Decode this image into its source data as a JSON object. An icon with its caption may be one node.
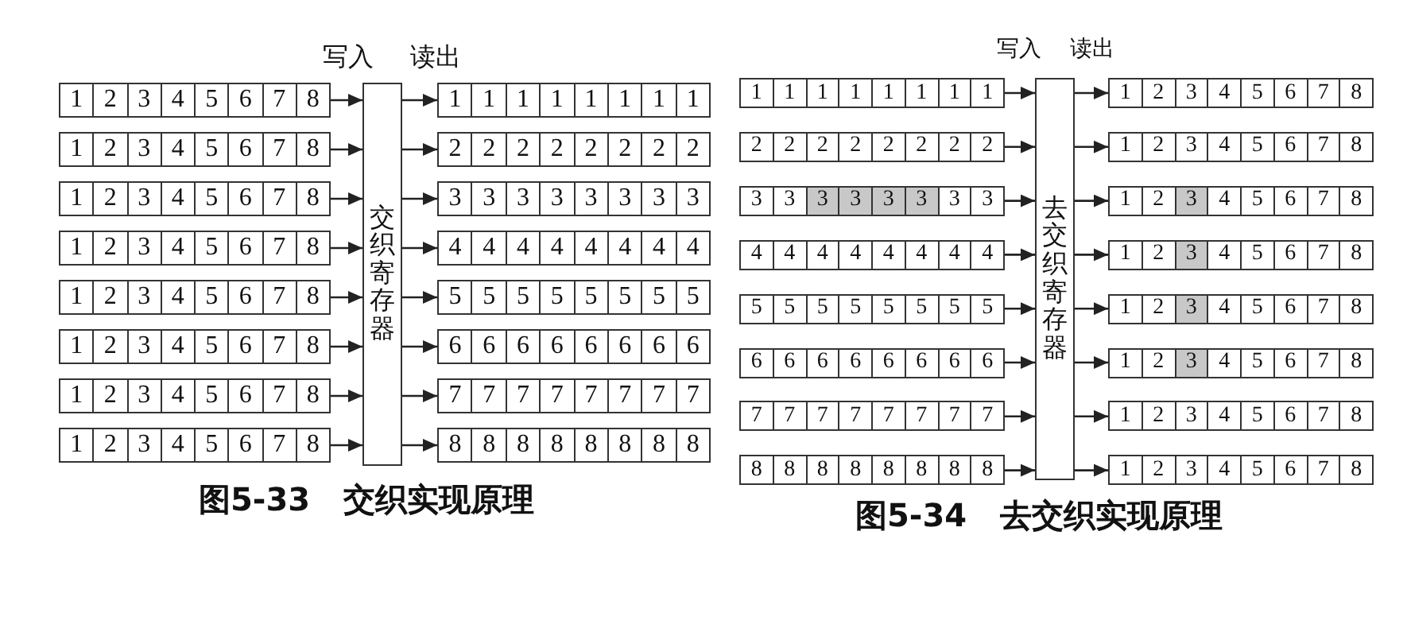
{
  "diagram": {
    "nodes": [
      {
        "text": [
          "1",
          "2",
          "3",
          "4",
          "5",
          "6",
          "7",
          "8"
        ]
      },
      {
        "text": [
          "1",
          "2",
          "3",
          "4",
          "5",
          "6",
          "7",
          "8"
        ]
      },
      {
        "text": [
          "1",
          "2",
          "3",
          "4",
          "5",
          "6",
          "7",
          "8"
        ]
      },
      {
        "text": [
          "1",
          "2",
          "3",
          "4",
          "5",
          "6",
          "7",
          "8"
        ]
      },
      {
        "text": [
          "1",
          "2",
          "3",
          "4",
          "5",
          "6",
          "7",
          "8"
        ]
      },
      {
        "text": [
          "1",
          "2",
          "3",
          "4",
          "5",
          "6",
          "7",
          "8"
        ]
      },
      {
        "text": [
          "1",
          "2",
          "3",
          "4",
          "5",
          "6",
          "7",
          "8"
        ]
      },
      {
        "text": [
          "1",
          "2",
          "3",
          "4",
          "5",
          "6",
          "7",
          "8"
        ]
      },
      {
        "text": [
          "交织寄存器"
        ]
      },
      {
        "text": [
          "1",
          "1",
          "1",
          "1",
          "1",
          "1",
          "1",
          "1"
        ]
      },
      {
        "text": [
          "2",
          "2",
          "2",
          "2",
          "2",
          "2",
          "2",
          "2"
        ]
      },
      {
        "text": [
          "3",
          "3",
          "3",
          "3",
          "3",
          "3",
          "3",
          "3"
        ]
      },
      {
        "text": [
          "4",
          "4",
          "4",
          "4",
          "4",
          "4",
          "4",
          "4"
        ]
      },
      {
        "text": [
          "5",
          "5",
          "5",
          "5",
          "5",
          "5",
          "5",
          "5"
        ]
      },
      {
        "text": [
          "6",
          "6",
          "6",
          "6",
          "6",
          "6",
          "6",
          "6"
        ]
      },
      {
        "text": [
          "7",
          "7",
          "7",
          "7",
          "7",
          "7",
          "7",
          "7"
        ]
      },
      {
        "text": [
          "8",
          "8",
          "8",
          "8",
          "8",
          "8",
          "8",
          "8"
        ]
      },
      {
        "text": [
          "1",
          "1",
          "1",
          "1",
          "1",
          "1",
          "1",
          "1"
        ]
      },
      {
        "text": [
          "2",
          "2",
          "2",
          "2",
          "2",
          "2",
          "2",
          "2"
        ]
      },
      {
        "text": [
          "3",
          "3",
          "3",
          "3",
          "3",
          "3",
          "3",
          "3"
        ]
      },
      {
        "text": [
          "4",
          "4",
          "4",
          "4",
          "4",
          "4",
          "4",
          "4"
        ]
      },
      {
        "text": [
          "5",
          "5",
          "5",
          "5",
          "5",
          "5",
          "5",
          "5"
        ]
      },
      {
        "text": [
          "6",
          "6",
          "6",
          "6",
          "6",
          "6",
          "6",
          "6"
        ]
      },
      {
        "text": [
          "7",
          "7",
          "7",
          "7",
          "7",
          "7",
          "7",
          "7"
        ]
      },
      {
        "text": [
          "8",
          "8",
          "8",
          "8",
          "8",
          "8",
          "8",
          "8"
        ]
      },
      {
        "text": [
          "去交织寄存器"
        ]
      },
      {
        "text": [
          "1",
          "2",
          "3",
          "4",
          "5",
          "6",
          "7",
          "8"
        ]
      },
      {
        "text": [
          "1",
          "2",
          "3",
          "4",
          "5",
          "6",
          "7",
          "8"
        ]
      },
      {
        "text": [
          "1",
          "2",
          "3",
          "4",
          "5",
          "6",
          "7",
          "8"
        ]
      },
      {
        "text": [
          "1",
          "2",
          "3",
          "4",
          "5",
          "6",
          "7",
          "8"
        ]
      },
      {
        "text": [
          "1",
          "2",
          "3",
          "4",
          "5",
          "6",
          "7",
          "8"
        ]
      },
      {
        "text": [
          "1",
          "2",
          "3",
          "4",
          "5",
          "6",
          "7",
          "8"
        ]
      },
      {
        "text": [
          "1",
          "2",
          "3",
          "4",
          "5",
          "6",
          "7",
          "8"
        ]
      },
      {
        "text": [
          "1",
          "2",
          "3",
          "4",
          "5",
          "6",
          "7",
          "8"
        ]
      }
    ],
    "edges": [
      {
        "from": 0,
        "to": 8,
        "arrow": "to"
      },
      {
        "from": 1,
        "to": 8,
        "arrow": "to"
      },
      {
        "from": 2,
        "to": 8,
        "arrow": "to"
      },
      {
        "from": 3,
        "to": 8,
        "arrow": "to"
      },
      {
        "from": 4,
        "to": 8,
        "arrow": "to"
      },
      {
        "from": 5,
        "to": 8,
        "arrow": "to"
      },
      {
        "from": 6,
        "to": 8,
        "arrow": "to"
      },
      {
        "from": 7,
        "to": 8,
        "arrow": "to"
      },
      {
        "from": 8,
        "to": 9,
        "arrow": "to"
      },
      {
        "from": 8,
        "to": 10,
        "arrow": "to"
      },
      {
        "from": 8,
        "to": 11,
        "arrow": "to"
      },
      {
        "from": 8,
        "to": 12,
        "arrow": "to"
      },
      {
        "from": 8,
        "to": 13,
        "arrow": "to"
      },
      {
        "from": 8,
        "to": 14,
        "arrow": "to"
      },
      {
        "from": 8,
        "to": 15,
        "arrow": "to"
      },
      {
        "from": 8,
        "to": 16,
        "arrow": "to"
      },
      {
        "from": 17,
        "to": 25,
        "arrow": "to"
      },
      {
        "from": 18,
        "to": 25,
        "arrow": "to"
      },
      {
        "from": 19,
        "to": 25,
        "arrow": "to"
      },
      {
        "from": 20,
        "to": 25,
        "arrow": "to"
      },
      {
        "from": 21,
        "to": 25,
        "arrow": "to"
      },
      {
        "from": 22,
        "to": 25,
        "arrow": "to"
      },
      {
        "from": 23,
        "to": 25,
        "arrow": "to"
      },
      {
        "from": 24,
        "to": 25,
        "arrow": "to"
      },
      {
        "from": 25,
        "to": 26,
        "arrow": "to"
      },
      {
        "from": 25,
        "to": 27,
        "arrow": "to"
      },
      {
        "from": 25,
        "to": 28,
        "arrow": "to"
      },
      {
        "from": 25,
        "to": 29,
        "arrow": "to"
      },
      {
        "from": 25,
        "to": 30,
        "arrow": "to"
      },
      {
        "from": 25,
        "to": 31,
        "arrow": "to"
      },
      {
        "from": 25,
        "to": 32,
        "arrow": "to"
      },
      {
        "from": 25,
        "to": 33,
        "arrow": "to"
      }
    ],
    "labels": [
      "写入",
      "读出",
      "写入",
      "读出",
      "图5-33 交织实现原理",
      "图5-34 去交织实现原理"
    ]
  }
}
